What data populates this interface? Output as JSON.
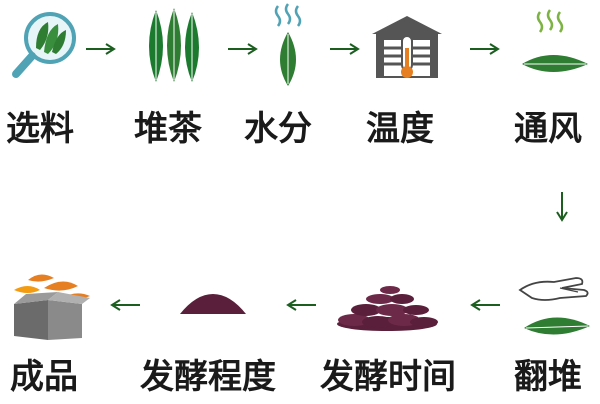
{
  "diagram": {
    "steps": [
      {
        "id": "select",
        "label": "选料",
        "icon": "magnifier-leaves-icon"
      },
      {
        "id": "pile",
        "label": "堆茶",
        "icon": "leaf-bunch-icon"
      },
      {
        "id": "moisture",
        "label": "水分",
        "icon": "steaming-leaf-icon"
      },
      {
        "id": "temperature",
        "label": "温度",
        "icon": "thermometer-house-icon"
      },
      {
        "id": "ventilation",
        "label": "通风",
        "icon": "steaming-flat-leaf-icon"
      },
      {
        "id": "turn",
        "label": "翻堆",
        "icon": "hand-over-leaf-icon"
      },
      {
        "id": "ferment-time",
        "label": "发酵时间",
        "icon": "dark-leaf-pile-icon"
      },
      {
        "id": "ferment-degree",
        "label": "发酵程度",
        "icon": "fermented-mound-icon"
      },
      {
        "id": "product",
        "label": "成品",
        "icon": "box-with-leaves-icon"
      }
    ],
    "colors": {
      "leaf_green": "#2e7d32",
      "leaf_light": "#4caf50",
      "arrow_green": "#1b5e20",
      "house_gray": "#555555",
      "dark_tea": "#5a1f3a",
      "orange_leaf": "#e67e22",
      "box_gray": "#6b6b6b",
      "text": "#1a1a1a"
    }
  }
}
